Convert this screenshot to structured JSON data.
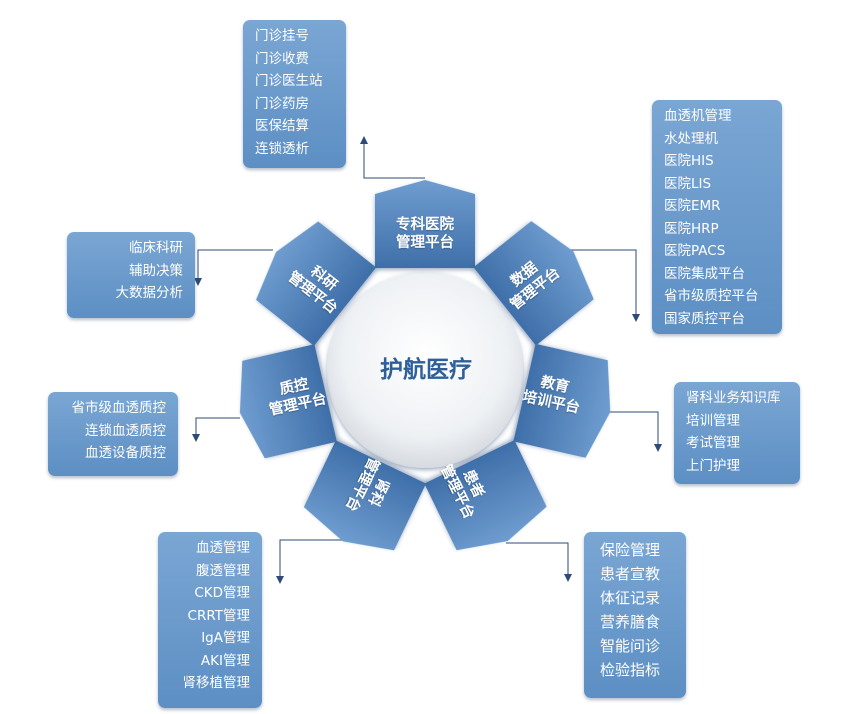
{
  "center_title": "护航医疗",
  "platforms": {
    "top": {
      "line1": "专科医院",
      "line2": "管理平台"
    },
    "data": {
      "line1": "数据",
      "line2": "管理平台"
    },
    "edu": {
      "line1": "教育",
      "line2": "培训平台"
    },
    "patient": {
      "line1": "患者",
      "line2": "管理平台"
    },
    "kidney": {
      "line1": "肾科",
      "line2": "管理平台"
    },
    "qc": {
      "line1": "质控",
      "line2": "管理平台"
    },
    "research": {
      "line1": "科研",
      "line2": "管理平台"
    }
  },
  "panels": {
    "top": [
      "门诊挂号",
      "门诊收费",
      "门诊医生站",
      "门诊药房",
      "医保结算",
      "连锁透析"
    ],
    "data": [
      "血透机管理",
      "水处理机",
      "医院HIS",
      "医院LIS",
      "医院EMR",
      "医院HRP",
      "医院PACS",
      "医院集成平台",
      "省市级质控平台",
      "国家质控平台"
    ],
    "research": [
      "临床科研",
      "辅助决策",
      "大数据分析"
    ],
    "qc": [
      "省市级血透质控",
      "连锁血透质控",
      "血透设备质控"
    ],
    "edu": [
      "肾科业务知识库",
      "培训管理",
      "考试管理",
      "上门护理"
    ],
    "kidney": [
      "血透管理",
      "腹透管理",
      "CKD管理",
      "CRRT管理",
      "IgA管理",
      "AKI管理",
      "肾移植管理"
    ],
    "patient": [
      "保险管理",
      "患者宣教",
      "体征记录",
      "营养膳食",
      "智能问诊",
      "检验指标"
    ]
  },
  "colors": {
    "panel": "#6b9acb",
    "arrow": "#4f7fb8",
    "center_text": "#2f5f9a",
    "connector": "#2c4a7a"
  }
}
